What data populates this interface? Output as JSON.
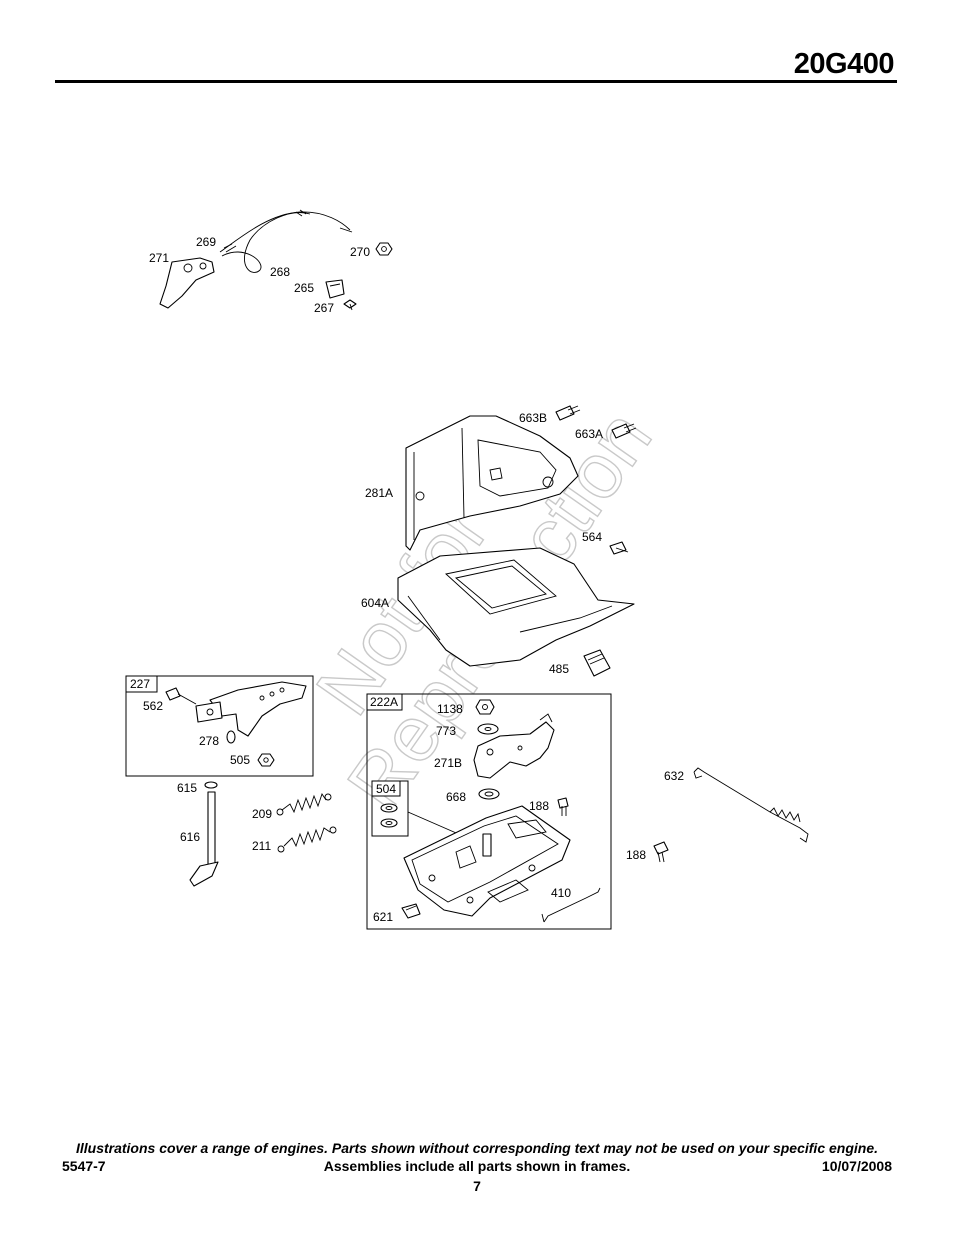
{
  "header": {
    "model": "20G400"
  },
  "watermark": {
    "line1": "Not for",
    "line2": "Reproduction"
  },
  "frames": {
    "f227": "227",
    "f222A": "222A",
    "f504": "504"
  },
  "parts": {
    "p269": "269",
    "p271": "271",
    "p268": "268",
    "p270": "270",
    "p265": "265",
    "p267": "267",
    "p663B": "663B",
    "p663A": "663A",
    "p281A": "281A",
    "p564": "564",
    "p604A": "604A",
    "p485": "485",
    "p562": "562",
    "p278": "278",
    "p505": "505",
    "p615": "615",
    "p616": "616",
    "p209": "209",
    "p211": "211",
    "p1138": "1138",
    "p773": "773",
    "p271B": "271B",
    "p668": "668",
    "p188a": "188",
    "p188b": "188",
    "p621": "621",
    "p410": "410",
    "p632": "632"
  },
  "footer": {
    "note": "Illustrations cover a range of engines. Parts shown without corresponding text may not be used on your specific engine.",
    "ref": "5547-7",
    "assemblies": "Assemblies include all parts shown in frames.",
    "date": "10/07/2008",
    "page": "7"
  }
}
